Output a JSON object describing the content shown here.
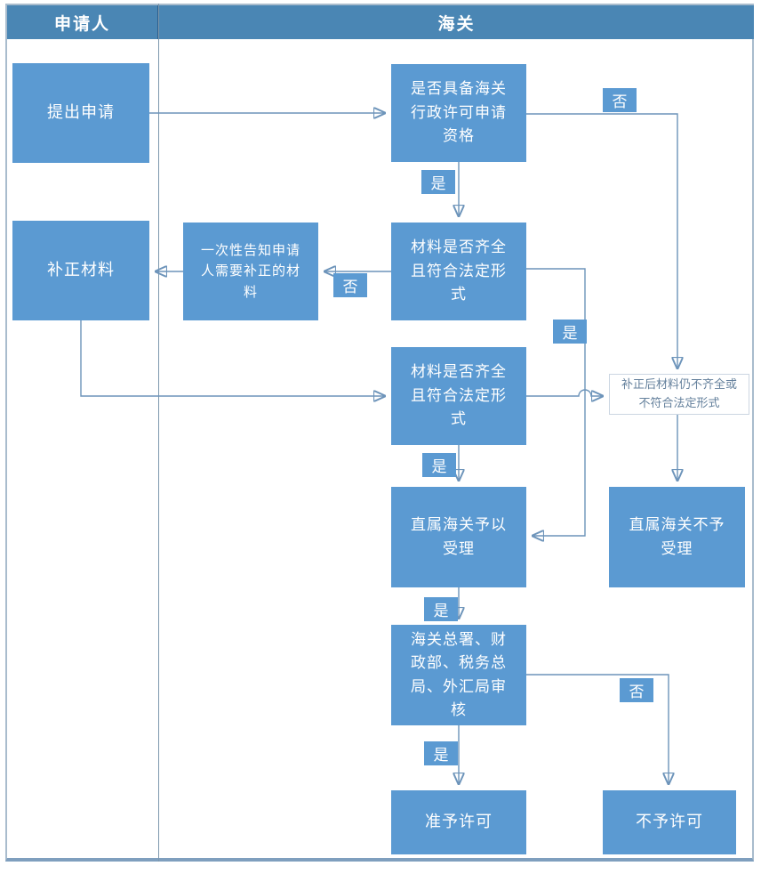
{
  "lanes": {
    "applicant": "申请人",
    "customs": "海关"
  },
  "labels": {
    "yes": "是",
    "no": "否"
  },
  "nodes": {
    "submit": "提出申请",
    "supplement": "补正材料",
    "notify": "一次性告知申请人需要补正的材料",
    "qualification": "是否具备海关行政许可申请资格",
    "check1": "材料是否齐全且符合法定形式",
    "check2": "材料是否齐全且符合法定形式",
    "accept": "直属海关予以受理",
    "reject_accept": "直属海关不予受理",
    "review": "海关总署、财政部、税务总局、外汇局审核",
    "grant": "准予许可",
    "deny": "不予许可",
    "resupply_fail": "补正后材料仍不齐全或不符合法定形式"
  },
  "colors": {
    "header_fill": "#4a86b4",
    "node_fill": "#5b9ad2",
    "connector": "#6d94ba",
    "arrowhead": "#4f81ad",
    "frame_border": "#a9bccd",
    "frame_bottom": "#7f9fbe",
    "note_border": "#ccd6e2",
    "note_text": "#64809c",
    "text_on_blue": "#ffffff"
  }
}
